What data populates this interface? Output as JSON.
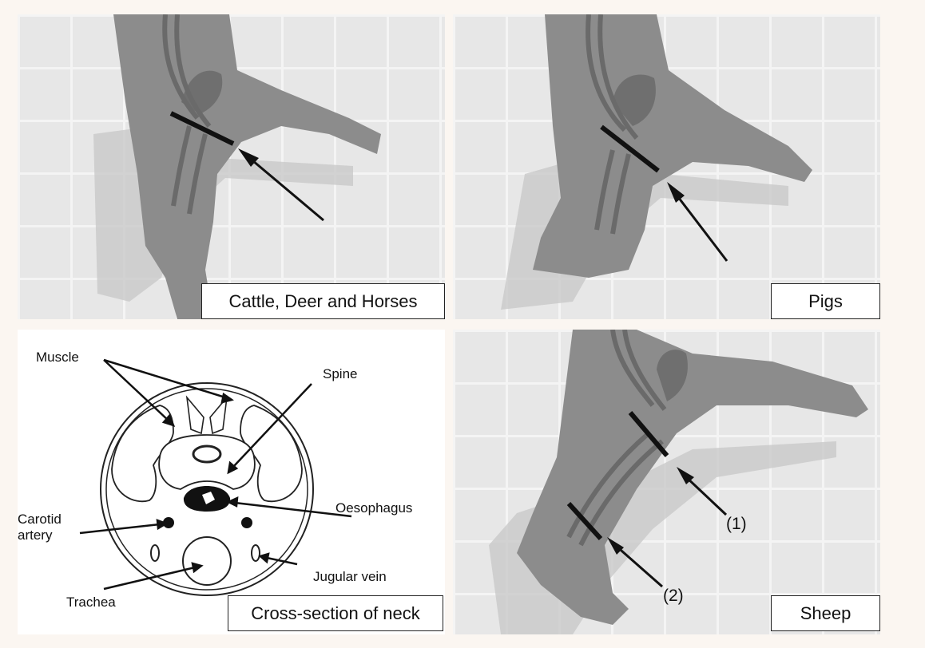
{
  "panels": {
    "cattle": {
      "caption": "Cattle, Deer and Horses"
    },
    "pigs": {
      "caption": "Pigs"
    },
    "sheep": {
      "caption": "Sheep",
      "marker_1": "(1)",
      "marker_2": "(2)"
    },
    "cross_section": {
      "caption": "Cross-section of neck",
      "labels": {
        "muscle": "Muscle",
        "spine": "Spine",
        "carotid_artery": "Carotid artery",
        "oesophagus": "Oesophagus",
        "jugular_vein": "Jugular vein",
        "trachea": "Trachea"
      }
    }
  }
}
